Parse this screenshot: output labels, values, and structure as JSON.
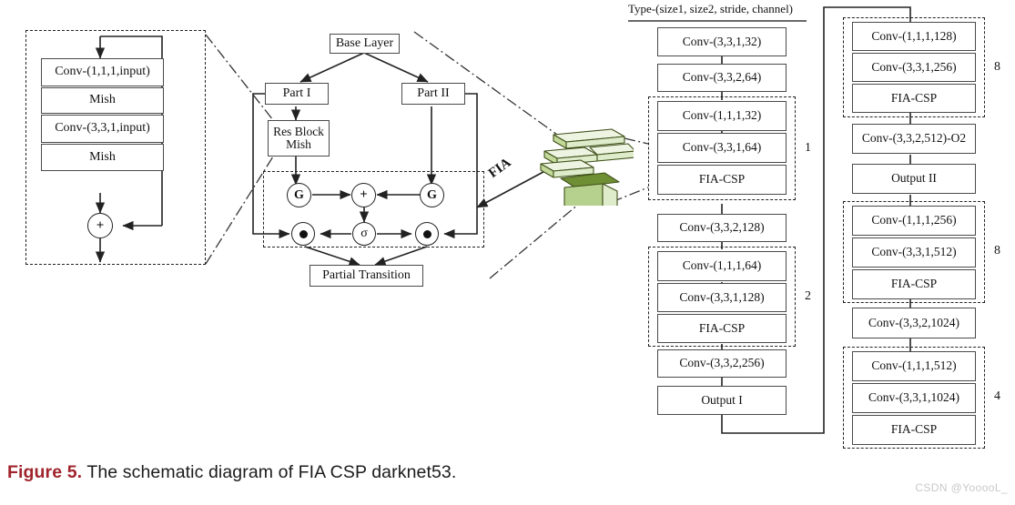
{
  "caption": {
    "figure_number": "Figure 5.",
    "text": " The schematic diagram of FIA CSP darknet53."
  },
  "watermark": "CSDN @YooooL_",
  "res_block_panel": {
    "name": "Res Block Mish detail",
    "layers": [
      "Conv-(1,1,1,input)",
      "Mish",
      "Conv-(3,3,1,input)",
      "Mish"
    ],
    "sum_node": "+"
  },
  "csp_panel": {
    "base_layer": "Base Layer",
    "part_one": "Part I",
    "part_two": "Part II",
    "res_block": "Res Block\nMish",
    "res_block_line1": "Res Block",
    "res_block_line2": "Mish",
    "partial_transition": "Partial Transition",
    "fia_label": "FIA",
    "nodes": {
      "gate_left": "G",
      "gate_right": "G",
      "add": "+",
      "sigma": "σ",
      "mul_left": "●",
      "mul_right": "●"
    }
  },
  "backbone": {
    "header": "Type-(size1, size2, stride, channel)",
    "left_column": [
      {
        "kind": "layer",
        "label": "Conv-(3,3,1,32)"
      },
      {
        "kind": "layer",
        "label": "Conv-(3,3,2,64)"
      },
      {
        "kind": "group",
        "repeat": "1",
        "layers": [
          "Conv-(1,1,1,32)",
          "Conv-(3,3,1,64)",
          "FIA-CSP"
        ]
      },
      {
        "kind": "layer",
        "label": "Conv-(3,3,2,128)"
      },
      {
        "kind": "group",
        "repeat": "2",
        "layers": [
          "Conv-(1,1,1,64)",
          "Conv-(3,3,1,128)",
          "FIA-CSP"
        ]
      },
      {
        "kind": "layer",
        "label": "Conv-(3,3,2,256)"
      },
      {
        "kind": "layer",
        "label": "Output I"
      }
    ],
    "right_column": [
      {
        "kind": "group",
        "repeat": "8",
        "layers": [
          "Conv-(1,1,1,128)",
          "Conv-(3,3,1,256)",
          "FIA-CSP"
        ]
      },
      {
        "kind": "layer",
        "label": "Conv-(3,3,2,512)-O2"
      },
      {
        "kind": "layer",
        "label": "Output II"
      },
      {
        "kind": "group",
        "repeat": "8",
        "layers": [
          "Conv-(1,1,1,256)",
          "Conv-(3,3,1,512)",
          "FIA-CSP"
        ]
      },
      {
        "kind": "layer",
        "label": "Conv-(3,3,2,1024)"
      },
      {
        "kind": "group",
        "repeat": "4",
        "layers": [
          "Conv-(1,1,1,512)",
          "Conv-(3,3,1,1024)",
          "FIA-CSP"
        ]
      }
    ]
  },
  "fia_cube": {
    "name": "fia-3d-illustration",
    "colors": {
      "light": "#dfeccb",
      "mid": "#c3d99a",
      "dark": "#6f8f35",
      "edge": "#3f5018",
      "pale": "#eef4e2"
    }
  },
  "colors": {
    "stroke": "#333333",
    "box_border": "#4a4a4a",
    "caption_accent": "#A0242C",
    "watermark": "#c9c9c9"
  }
}
